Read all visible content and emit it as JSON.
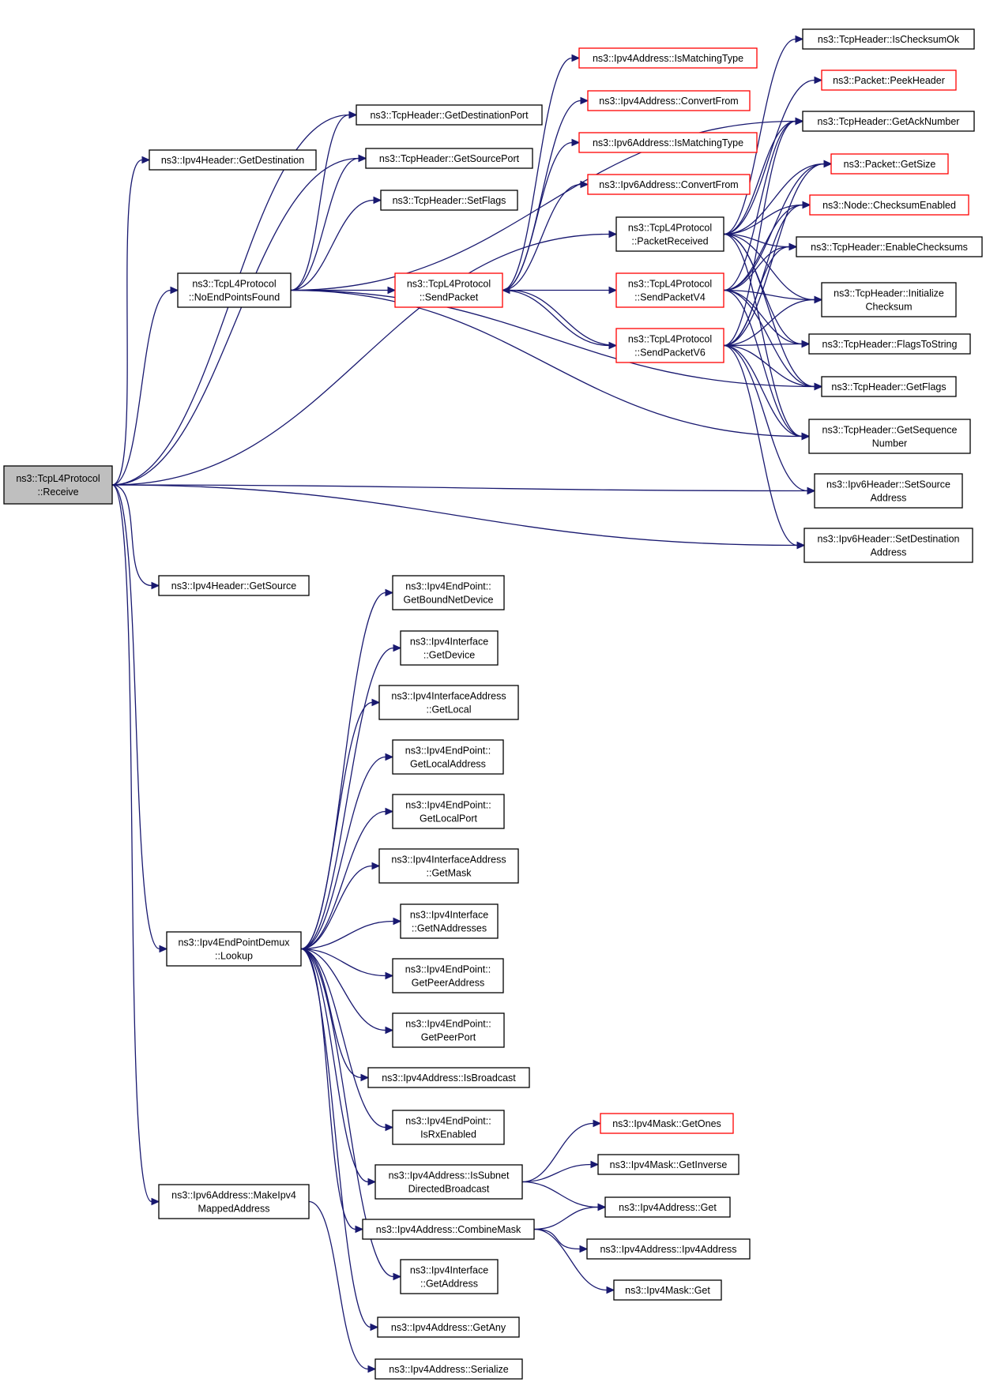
{
  "colors": {
    "edge": "#191970",
    "node_border": "#000000",
    "node_border_external": "#ff0000",
    "root_fill": "#bfbfbf",
    "background": "#ffffff"
  },
  "nodes": [
    {
      "id": "receive",
      "lines": [
        "ns3::TcpL4Protocol",
        "::Receive"
      ],
      "style": "root"
    },
    {
      "id": "ipv4h_getdest",
      "lines": [
        "ns3::Ipv4Header::GetDestination"
      ],
      "style": "normal"
    },
    {
      "id": "tcph_getdestport",
      "lines": [
        "ns3::TcpHeader::GetDestinationPort"
      ],
      "style": "normal"
    },
    {
      "id": "tcph_getsrcport",
      "lines": [
        "ns3::TcpHeader::GetSourcePort"
      ],
      "style": "normal"
    },
    {
      "id": "tcph_setflags",
      "lines": [
        "ns3::TcpHeader::SetFlags"
      ],
      "style": "normal"
    },
    {
      "id": "noendpoints",
      "lines": [
        "ns3::TcpL4Protocol",
        "::NoEndPointsFound"
      ],
      "style": "normal"
    },
    {
      "id": "sendpacket",
      "lines": [
        "ns3::TcpL4Protocol",
        "::SendPacket"
      ],
      "style": "red"
    },
    {
      "id": "ipv4addr_ismatch",
      "lines": [
        "ns3::Ipv4Address::IsMatchingType"
      ],
      "style": "red"
    },
    {
      "id": "ipv4addr_convert",
      "lines": [
        "ns3::Ipv4Address::ConvertFrom"
      ],
      "style": "red"
    },
    {
      "id": "ipv6addr_ismatch",
      "lines": [
        "ns3::Ipv6Address::IsMatchingType"
      ],
      "style": "red"
    },
    {
      "id": "ipv6addr_convert",
      "lines": [
        "ns3::Ipv6Address::ConvertFrom"
      ],
      "style": "red"
    },
    {
      "id": "packetreceived",
      "lines": [
        "ns3::TcpL4Protocol",
        "::PacketReceived"
      ],
      "style": "normal"
    },
    {
      "id": "sendpacketv4",
      "lines": [
        "ns3::TcpL4Protocol",
        "::SendPacketV4"
      ],
      "style": "red"
    },
    {
      "id": "sendpacketv6",
      "lines": [
        "ns3::TcpL4Protocol",
        "::SendPacketV6"
      ],
      "style": "red"
    },
    {
      "id": "tcph_ischecksumok",
      "lines": [
        "ns3::TcpHeader::IsChecksumOk"
      ],
      "style": "normal"
    },
    {
      "id": "packet_peekheader",
      "lines": [
        "ns3::Packet::PeekHeader"
      ],
      "style": "red"
    },
    {
      "id": "tcph_getacknumber",
      "lines": [
        "ns3::TcpHeader::GetAckNumber"
      ],
      "style": "normal"
    },
    {
      "id": "packet_getsize",
      "lines": [
        "ns3::Packet::GetSize"
      ],
      "style": "red"
    },
    {
      "id": "node_checksumenabled",
      "lines": [
        "ns3::Node::ChecksumEnabled"
      ],
      "style": "red"
    },
    {
      "id": "tcph_enablechecksums",
      "lines": [
        "ns3::TcpHeader::EnableChecksums"
      ],
      "style": "normal"
    },
    {
      "id": "tcph_initchecksum",
      "lines": [
        "ns3::TcpHeader::Initialize",
        "Checksum"
      ],
      "style": "normal"
    },
    {
      "id": "tcph_flagstostring",
      "lines": [
        "ns3::TcpHeader::FlagsToString"
      ],
      "style": "normal"
    },
    {
      "id": "tcph_getflags",
      "lines": [
        "ns3::TcpHeader::GetFlags"
      ],
      "style": "normal"
    },
    {
      "id": "tcph_getseqnumber",
      "lines": [
        "ns3::TcpHeader::GetSequence",
        "Number"
      ],
      "style": "normal"
    },
    {
      "id": "ipv6h_setsrc",
      "lines": [
        "ns3::Ipv6Header::SetSource",
        "Address"
      ],
      "style": "normal"
    },
    {
      "id": "ipv6h_setdest",
      "lines": [
        "ns3::Ipv6Header::SetDestination",
        "Address"
      ],
      "style": "normal"
    },
    {
      "id": "ipv4h_getsource",
      "lines": [
        "ns3::Ipv4Header::GetSource"
      ],
      "style": "normal"
    },
    {
      "id": "ep_getboundnetdevice",
      "lines": [
        "ns3::Ipv4EndPoint::",
        "GetBoundNetDevice"
      ],
      "style": "normal"
    },
    {
      "id": "if_getdevice",
      "lines": [
        "ns3::Ipv4Interface",
        "::GetDevice"
      ],
      "style": "normal"
    },
    {
      "id": "ifaddr_getlocal",
      "lines": [
        "ns3::Ipv4InterfaceAddress",
        "::GetLocal"
      ],
      "style": "normal"
    },
    {
      "id": "ep_getlocaladdress",
      "lines": [
        "ns3::Ipv4EndPoint::",
        "GetLocalAddress"
      ],
      "style": "normal"
    },
    {
      "id": "ep_getlocalport",
      "lines": [
        "ns3::Ipv4EndPoint::",
        "GetLocalPort"
      ],
      "style": "normal"
    },
    {
      "id": "ifaddr_getmask",
      "lines": [
        "ns3::Ipv4InterfaceAddress",
        "::GetMask"
      ],
      "style": "normal"
    },
    {
      "id": "if_getnaddresses",
      "lines": [
        "ns3::Ipv4Interface",
        "::GetNAddresses"
      ],
      "style": "normal"
    },
    {
      "id": "lookup",
      "lines": [
        "ns3::Ipv4EndPointDemux",
        "::Lookup"
      ],
      "style": "normal"
    },
    {
      "id": "ep_getpeeraddress",
      "lines": [
        "ns3::Ipv4EndPoint::",
        "GetPeerAddress"
      ],
      "style": "normal"
    },
    {
      "id": "ep_getpeerport",
      "lines": [
        "ns3::Ipv4EndPoint::",
        "GetPeerPort"
      ],
      "style": "normal"
    },
    {
      "id": "ipv4addr_isbroadcast",
      "lines": [
        "ns3::Ipv4Address::IsBroadcast"
      ],
      "style": "normal"
    },
    {
      "id": "ep_isrxenabled",
      "lines": [
        "ns3::Ipv4EndPoint::",
        "IsRxEnabled"
      ],
      "style": "normal"
    },
    {
      "id": "mask_getones",
      "lines": [
        "ns3::Ipv4Mask::GetOnes"
      ],
      "style": "red"
    },
    {
      "id": "mask_getinverse",
      "lines": [
        "ns3::Ipv4Mask::GetInverse"
      ],
      "style": "normal"
    },
    {
      "id": "ipv4addr_issubnetdb",
      "lines": [
        "ns3::Ipv4Address::IsSubnet",
        "DirectedBroadcast"
      ],
      "style": "normal"
    },
    {
      "id": "ipv4addr_get",
      "lines": [
        "ns3::Ipv4Address::Get"
      ],
      "style": "normal"
    },
    {
      "id": "makeipv4mapped",
      "lines": [
        "ns3::Ipv6Address::MakeIpv4",
        "MappedAddress"
      ],
      "style": "normal"
    },
    {
      "id": "ipv4addr_combinemask",
      "lines": [
        "ns3::Ipv4Address::CombineMask"
      ],
      "style": "normal"
    },
    {
      "id": "ipv4addr_ctor",
      "lines": [
        "ns3::Ipv4Address::Ipv4Address"
      ],
      "style": "normal"
    },
    {
      "id": "mask_get",
      "lines": [
        "ns3::Ipv4Mask::Get"
      ],
      "style": "normal"
    },
    {
      "id": "if_getaddress",
      "lines": [
        "ns3::Ipv4Interface",
        "::GetAddress"
      ],
      "style": "normal"
    },
    {
      "id": "ipv4addr_getany",
      "lines": [
        "ns3::Ipv4Address::GetAny"
      ],
      "style": "normal"
    },
    {
      "id": "ipv4addr_serialize",
      "lines": [
        "ns3::Ipv4Address::Serialize"
      ],
      "style": "normal"
    }
  ],
  "edges": [
    [
      "receive",
      "ipv4h_getdest"
    ],
    [
      "receive",
      "tcph_getdestport"
    ],
    [
      "receive",
      "tcph_getsrcport"
    ],
    [
      "receive",
      "noendpoints"
    ],
    [
      "receive",
      "packetreceived"
    ],
    [
      "receive",
      "ipv6h_setsrc"
    ],
    [
      "receive",
      "ipv6h_setdest"
    ],
    [
      "receive",
      "ipv4h_getsource"
    ],
    [
      "receive",
      "lookup"
    ],
    [
      "receive",
      "makeipv4mapped"
    ],
    [
      "noendpoints",
      "tcph_getdestport"
    ],
    [
      "noendpoints",
      "tcph_getsrcport"
    ],
    [
      "noendpoints",
      "tcph_setflags"
    ],
    [
      "noendpoints",
      "sendpacket"
    ],
    [
      "noendpoints",
      "tcph_getacknumber"
    ],
    [
      "noendpoints",
      "tcph_getflags"
    ],
    [
      "noendpoints",
      "tcph_getseqnumber"
    ],
    [
      "sendpacket",
      "ipv4addr_ismatch"
    ],
    [
      "sendpacket",
      "ipv4addr_convert"
    ],
    [
      "sendpacket",
      "ipv6addr_ismatch"
    ],
    [
      "sendpacket",
      "ipv6addr_convert"
    ],
    [
      "sendpacket",
      "sendpacketv4"
    ],
    [
      "sendpacket",
      "sendpacketv6"
    ],
    [
      "packetreceived",
      "tcph_ischecksumok"
    ],
    [
      "packetreceived",
      "packet_peekheader"
    ],
    [
      "packetreceived",
      "tcph_getacknumber"
    ],
    [
      "packetreceived",
      "packet_getsize"
    ],
    [
      "packetreceived",
      "node_checksumenabled"
    ],
    [
      "packetreceived",
      "tcph_enablechecksums"
    ],
    [
      "packetreceived",
      "tcph_initchecksum"
    ],
    [
      "packetreceived",
      "tcph_flagstostring"
    ],
    [
      "packetreceived",
      "tcph_getflags"
    ],
    [
      "packetreceived",
      "tcph_getseqnumber"
    ],
    [
      "sendpacketv4",
      "tcph_getacknumber"
    ],
    [
      "sendpacketv4",
      "packet_getsize"
    ],
    [
      "sendpacketv4",
      "node_checksumenabled"
    ],
    [
      "sendpacketv4",
      "tcph_enablechecksums"
    ],
    [
      "sendpacketv4",
      "tcph_initchecksum"
    ],
    [
      "sendpacketv4",
      "tcph_flagstostring"
    ],
    [
      "sendpacketv4",
      "tcph_getflags"
    ],
    [
      "sendpacketv4",
      "tcph_getseqnumber"
    ],
    [
      "sendpacketv6",
      "sendpacket"
    ],
    [
      "sendpacketv6",
      "tcph_getacknumber"
    ],
    [
      "sendpacketv6",
      "packet_getsize"
    ],
    [
      "sendpacketv6",
      "node_checksumenabled"
    ],
    [
      "sendpacketv6",
      "tcph_enablechecksums"
    ],
    [
      "sendpacketv6",
      "tcph_initchecksum"
    ],
    [
      "sendpacketv6",
      "tcph_flagstostring"
    ],
    [
      "sendpacketv6",
      "tcph_getflags"
    ],
    [
      "sendpacketv6",
      "tcph_getseqnumber"
    ],
    [
      "sendpacketv6",
      "ipv6h_setsrc"
    ],
    [
      "sendpacketv6",
      "ipv6h_setdest"
    ],
    [
      "lookup",
      "ep_getboundnetdevice"
    ],
    [
      "lookup",
      "if_getdevice"
    ],
    [
      "lookup",
      "ifaddr_getlocal"
    ],
    [
      "lookup",
      "ep_getlocaladdress"
    ],
    [
      "lookup",
      "ep_getlocalport"
    ],
    [
      "lookup",
      "ifaddr_getmask"
    ],
    [
      "lookup",
      "if_getnaddresses"
    ],
    [
      "lookup",
      "ep_getpeeraddress"
    ],
    [
      "lookup",
      "ep_getpeerport"
    ],
    [
      "lookup",
      "ipv4addr_isbroadcast"
    ],
    [
      "lookup",
      "ep_isrxenabled"
    ],
    [
      "lookup",
      "ipv4addr_issubnetdb"
    ],
    [
      "lookup",
      "ipv4addr_combinemask"
    ],
    [
      "lookup",
      "if_getaddress"
    ],
    [
      "lookup",
      "ipv4addr_getany"
    ],
    [
      "ipv4addr_issubnetdb",
      "mask_getones"
    ],
    [
      "ipv4addr_issubnetdb",
      "mask_getinverse"
    ],
    [
      "ipv4addr_issubnetdb",
      "ipv4addr_get"
    ],
    [
      "ipv4addr_combinemask",
      "ipv4addr_get"
    ],
    [
      "ipv4addr_combinemask",
      "ipv4addr_ctor"
    ],
    [
      "ipv4addr_combinemask",
      "mask_get"
    ],
    [
      "makeipv4mapped",
      "ipv4addr_serialize"
    ]
  ]
}
